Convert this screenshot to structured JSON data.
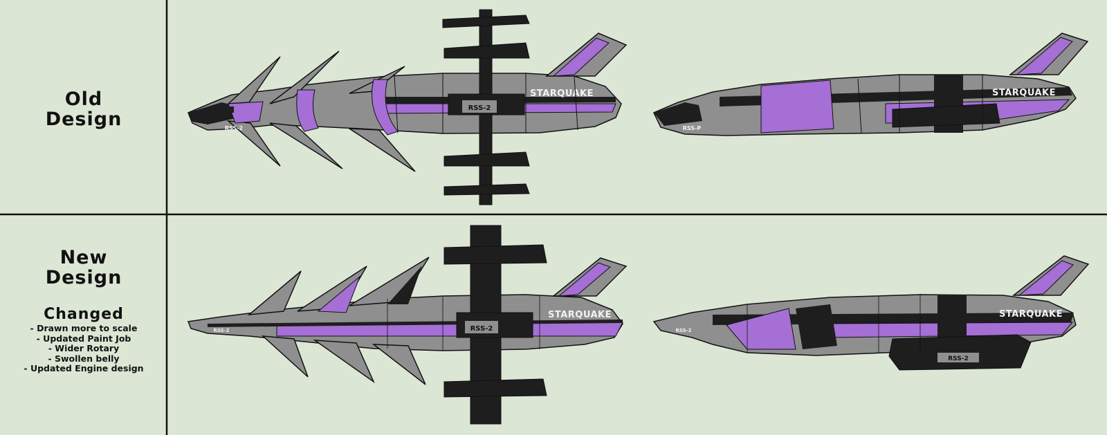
{
  "panels": {
    "old": {
      "heading_line1": "Old",
      "heading_line2": "Design"
    },
    "new": {
      "heading_line1": "New",
      "heading_line2": "Design"
    }
  },
  "changes": {
    "title": "Changed",
    "items": [
      "- Drawn more to scale",
      "- Updated Paint Job",
      "- Wider Rotary",
      "- Swollen belly",
      "- Updated Engine design"
    ]
  },
  "ship_text": {
    "name": "STARQUAKE",
    "hull_code": "RSS-2",
    "hull_code_old_side": "RSS-P"
  },
  "colors": {
    "background": "#dce6d5",
    "hull_grey": "#8f8f8f",
    "accent_purple": "#a56fd6",
    "dark": "#1e1e1e",
    "outline": "#111111"
  }
}
